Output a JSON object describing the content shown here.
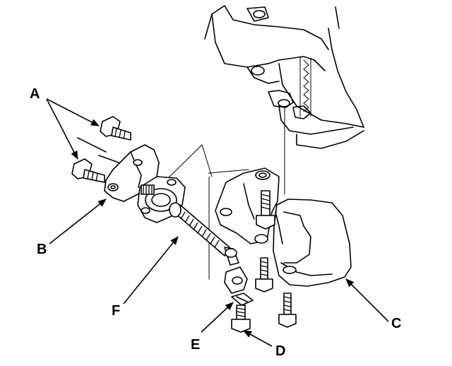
{
  "callouts": {
    "a": "A",
    "b": "B",
    "c": "C",
    "d": "D",
    "e": "E",
    "f": "F"
  },
  "colors": {
    "line": "#000000",
    "background": "#ffffff"
  }
}
